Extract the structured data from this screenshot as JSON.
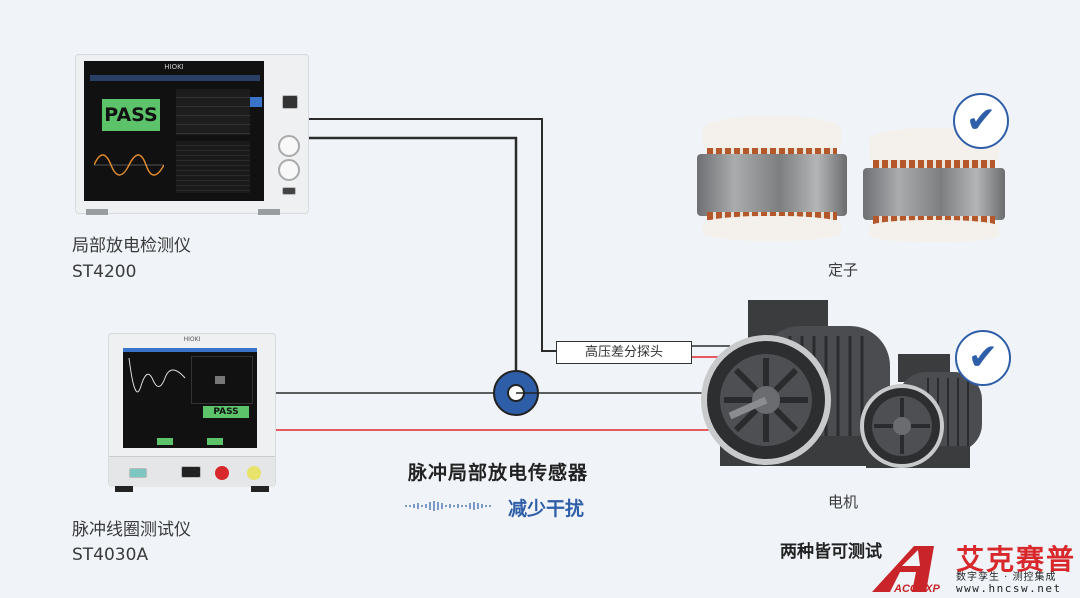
{
  "devices": {
    "pd_tester": {
      "name": "局部放电检测仪",
      "model": "ST4200",
      "brand": "HIOKI",
      "screen_status": "PASS"
    },
    "impulse_tester": {
      "name": "脉冲线圈测试仪",
      "model": "ST4030A",
      "brand": "HIOKI",
      "screen_status": "PASS"
    }
  },
  "probe": {
    "label": "高压差分探头"
  },
  "sensor": {
    "title": "脉冲局部放电传感器",
    "subtitle": "减少干扰"
  },
  "targets": {
    "stator": {
      "label": "定子",
      "check_icon": "check-circle-icon"
    },
    "motor": {
      "label": "电机",
      "check_icon": "check-circle-icon"
    }
  },
  "footer": {
    "both_testable": "两种皆可测试"
  },
  "watermark": {
    "brand_cn": "艾克赛普",
    "tagline": "数字孪生 · 测控集成",
    "url": "www.hncsw.net",
    "logo_text": "ACCEXP"
  },
  "colors": {
    "accent_blue": "#2f5ea8",
    "wire_black": "#2b2b2b",
    "wire_red": "#e0262b",
    "background": "#f0f4f8",
    "pass_green": "#5cc36a"
  }
}
